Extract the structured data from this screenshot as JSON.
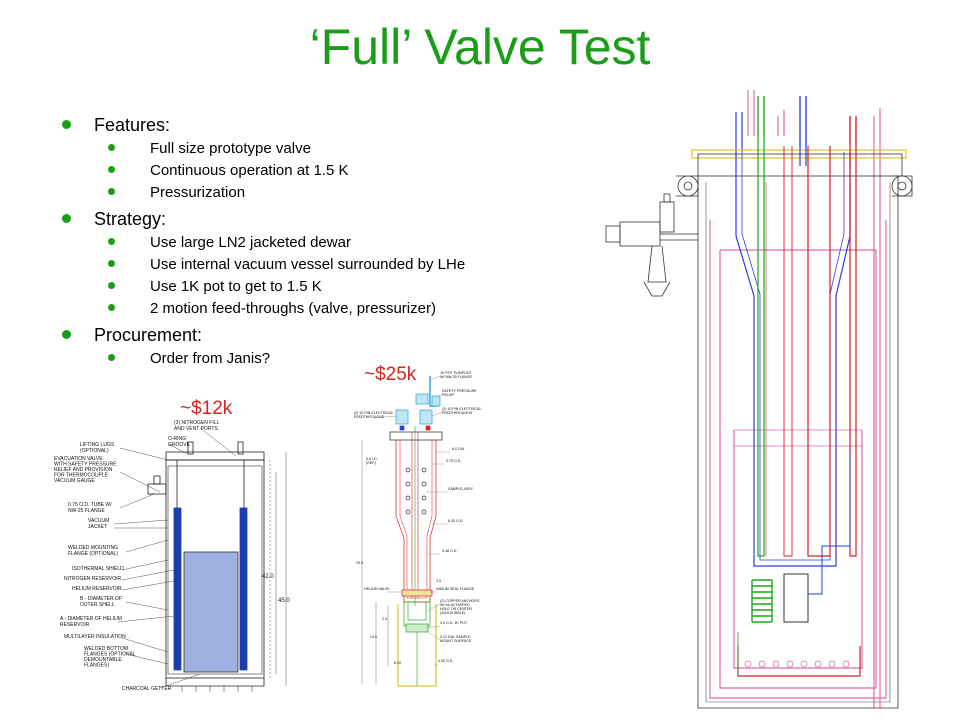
{
  "title": "‘Full’ Valve Test",
  "accent_color": "#1a9e1a",
  "price_color": "#d2261f",
  "sections": [
    {
      "heading": "Features:",
      "items": [
        "Full size prototype valve",
        "Continuous operation at 1.5 K",
        "Pressurization"
      ]
    },
    {
      "heading": "Strategy:",
      "items": [
        "Use large LN2 jacketed dewar",
        "Use internal vacuum vessel surrounded by LHe",
        "Use 1K pot to get to 1.5 K",
        "2 motion feed-throughs (valve, pressurizer)"
      ]
    },
    {
      "heading": "Procurement:",
      "items": [
        "Order from Janis?"
      ]
    }
  ],
  "price_small_dewar": "~$12k",
  "price_cryostat": "~$25k",
  "dewar_labels": {
    "o_ring_groove": [
      "O-RING",
      "GROOVE"
    ],
    "nitrogen_fill": [
      "(3) NITROGEN FILL",
      "AND VENT PORTS"
    ],
    "lifting_lugs": [
      "LIFTING LUGS",
      "(OPTIONAL)"
    ],
    "evacuation_valve": [
      "EVACUATION VALVE",
      "WITH SAFETY PRESSURE",
      "RELIEF AND PROVISION",
      "FOR THERMOCOUPLE",
      "VACUUM GAUGE"
    ],
    "tube": [
      "0.75 O.D. TUBE W/",
      "NW-25 FLANGE"
    ],
    "vacuum_jacket": [
      "VACUUM",
      "JACKET"
    ],
    "mounting_flange": [
      "WELDED MOUNTING",
      "FLANGE (OPTIONAL)"
    ],
    "isothermal_shield": [
      "ISOTHERMAL SHIELD"
    ],
    "nitrogen_reservoir": [
      "NITROGEN RESERVOIR"
    ],
    "helium_reservoir": [
      "HELIUM RESERVOIR"
    ],
    "b_diameter": [
      "B - DIAMETER OF",
      "OUTER SHELL"
    ],
    "a_diameter": [
      "A - DIAMETER OF HELIUM",
      "RESERVOIR"
    ],
    "multilayer_insulation": [
      "MULTILAYER INSULATION"
    ],
    "bottom_flanges": [
      "WELDED BOTTOM",
      "FLANGES (OPTIONAL",
      "DEMOUNTABLE",
      "FLANGES)"
    ],
    "charcoal_getter": [
      "CHARCOAL GETTER"
    ],
    "dim_inner": "42.0",
    "dim_outer": "45.0"
  },
  "cryostat_labels": {
    "pot_pumpout": [
      "1K POT PUMPOUT",
      "W/ NW-25 FLANGE"
    ],
    "safety_relief": [
      "SAFETY PRESSURE",
      "RELIEF"
    ],
    "electrical_ft_left": [
      "(2) 10 PIN ELECTRICAL",
      "FEEDTHROUGHS"
    ],
    "electrical_ft_right": [
      "(2) 10 PIN ELECTRICAL",
      "FEEDTHROUGHS"
    ],
    "dia_top": "6.0 DIA.",
    "left_dims": [
      "6.6 I.D.",
      "(REF.)"
    ],
    "od_1": "3.75 O.D.",
    "sample_assy": "SAMPLE ASSY",
    "od_2": "6.25 O.D.",
    "od_3": "5.38 O.D.",
    "length": "29.0",
    "helium_valve": "HELIUM VALVE",
    "indium_seal": "INDIUM SEAL FLANGE",
    "dim_small": "3.5",
    "copper_anchors": [
      "(2) COPPER ANCHORS",
      "W/ #4-40 TAPPED",
      "HOLE ON CENTER",
      "(ADJUSTABLE)"
    ],
    "od_4": "3.0 O.D. 1K POT",
    "dim_a": "2.0",
    "sample_mount": [
      "3.12 DIA. SAMPLE",
      "MOUNT SURFACE"
    ],
    "dim_b": "14.0",
    "od_5": "4.00 O.D.",
    "dim_c": "6.00"
  }
}
